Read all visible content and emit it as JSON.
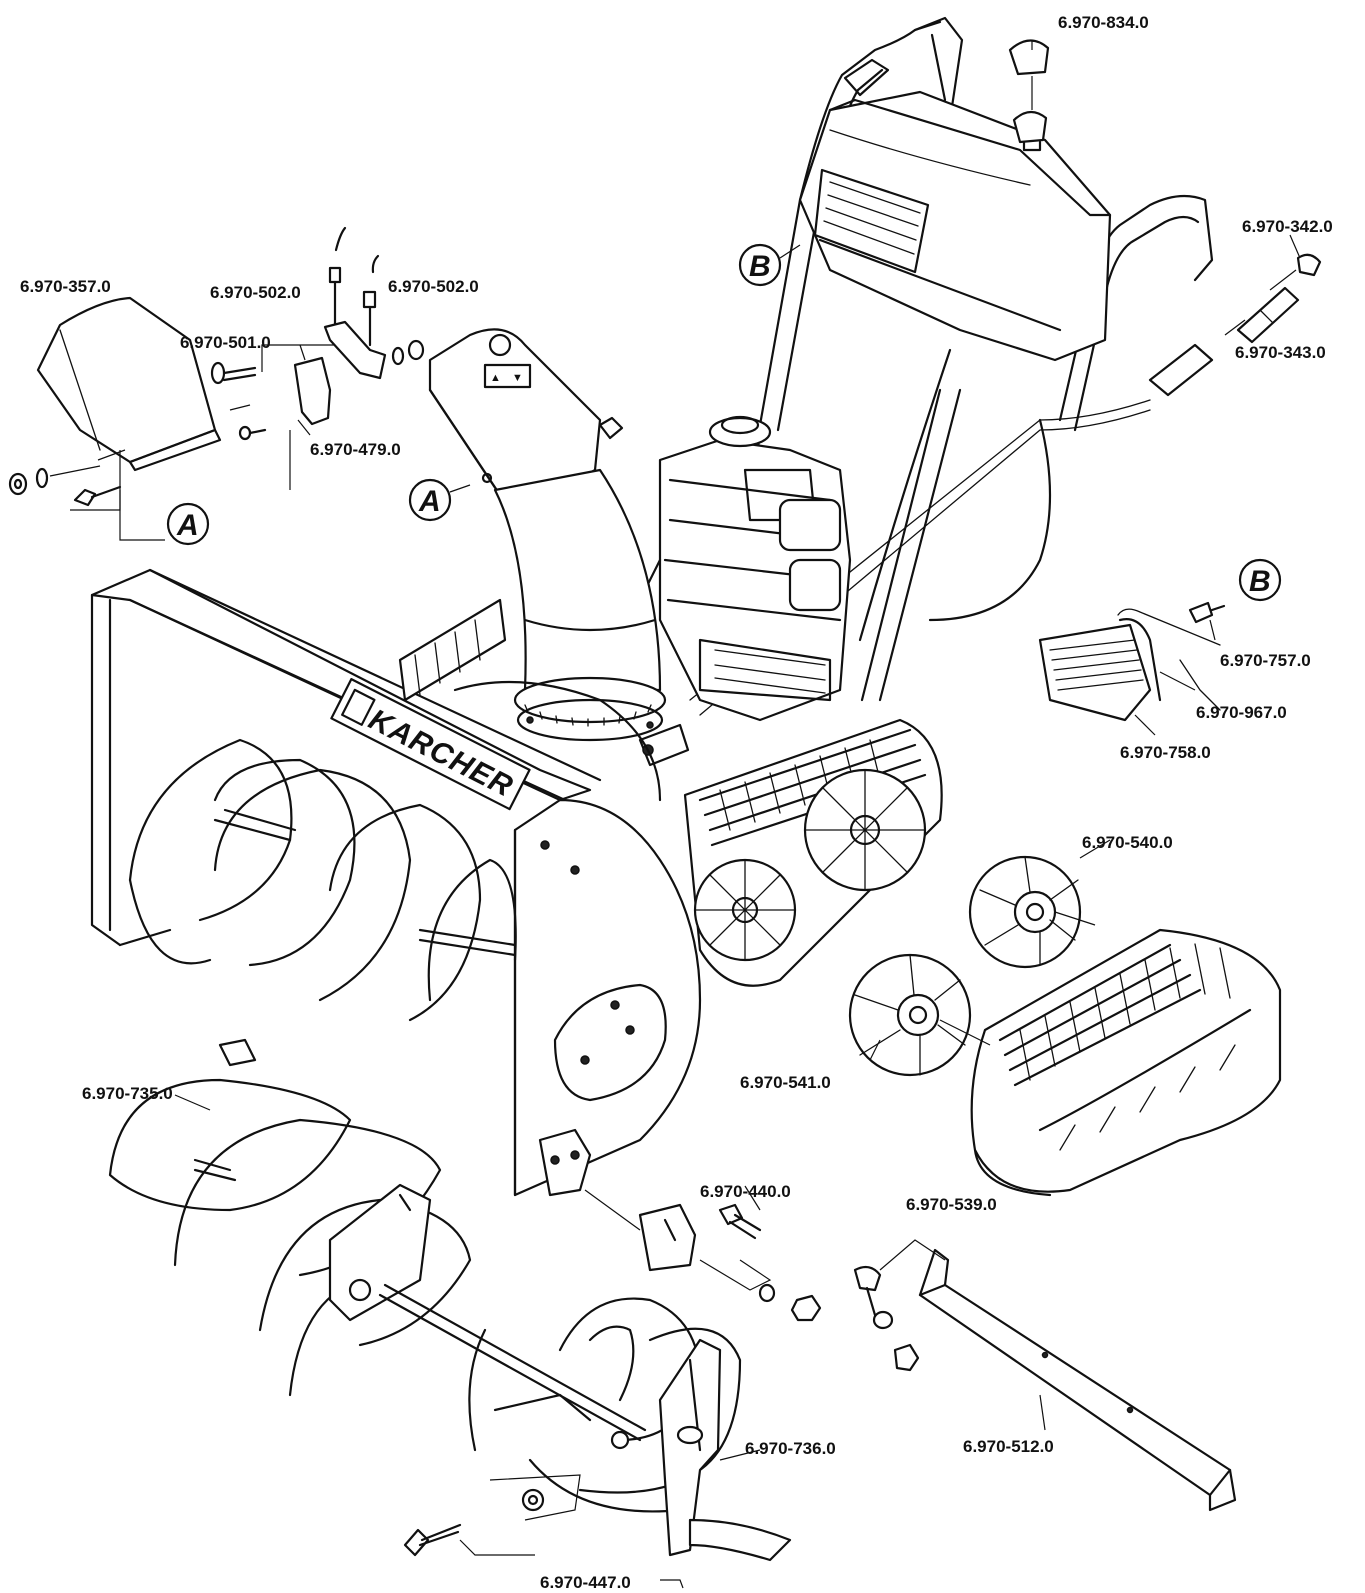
{
  "diagram": {
    "brand_label": "KARCHER",
    "callouts": {
      "a": "A",
      "b": "B"
    },
    "control_symbols": [
      "▲",
      "▼"
    ],
    "part_numbers": [
      {
        "id": "pn_834",
        "text": "6.970-834.0"
      },
      {
        "id": "pn_342",
        "text": "6.970-342.0"
      },
      {
        "id": "pn_343",
        "text": "6.970-343.0"
      },
      {
        "id": "pn_357",
        "text": "6.970-357.0"
      },
      {
        "id": "pn_502a",
        "text": "6.970-502.0"
      },
      {
        "id": "pn_502b",
        "text": "6.970-502.0"
      },
      {
        "id": "pn_501",
        "text": "6.970-501.0"
      },
      {
        "id": "pn_479",
        "text": "6.970-479.0"
      },
      {
        "id": "pn_757",
        "text": "6.970-757.0"
      },
      {
        "id": "pn_967",
        "text": "6.970-967.0"
      },
      {
        "id": "pn_758",
        "text": "6.970-758.0"
      },
      {
        "id": "pn_540",
        "text": "6.970-540.0"
      },
      {
        "id": "pn_541",
        "text": "6.970-541.0"
      },
      {
        "id": "pn_735",
        "text": "6.970-735.0"
      },
      {
        "id": "pn_539",
        "text": "6.970-539.0"
      },
      {
        "id": "pn_440",
        "text": "6.970-440.0"
      },
      {
        "id": "pn_736",
        "text": "6.970-736.0"
      },
      {
        "id": "pn_512",
        "text": "6.970-512.0"
      },
      {
        "id": "pn_447",
        "text": "6.970-447.0"
      }
    ]
  }
}
